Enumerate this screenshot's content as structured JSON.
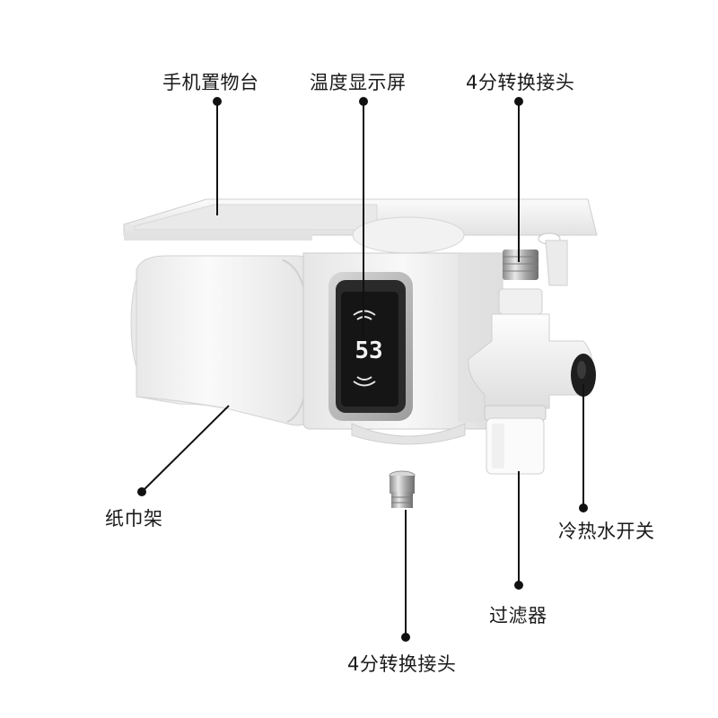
{
  "labels": {
    "phone_shelf": "手机置物台",
    "temp_display": "温度显示屏",
    "adapter_top": "4分转换接头",
    "tissue_holder": "纸巾架",
    "hot_cold_switch": "冷热水开关",
    "filter": "过滤器",
    "adapter_bottom": "4分转换接头"
  },
  "display": {
    "temperature": "53"
  },
  "colors": {
    "leader": "#111111",
    "product_body": "#f3f3f3",
    "screen": "#1b1b1b",
    "chrome": "#b9b9b9"
  }
}
